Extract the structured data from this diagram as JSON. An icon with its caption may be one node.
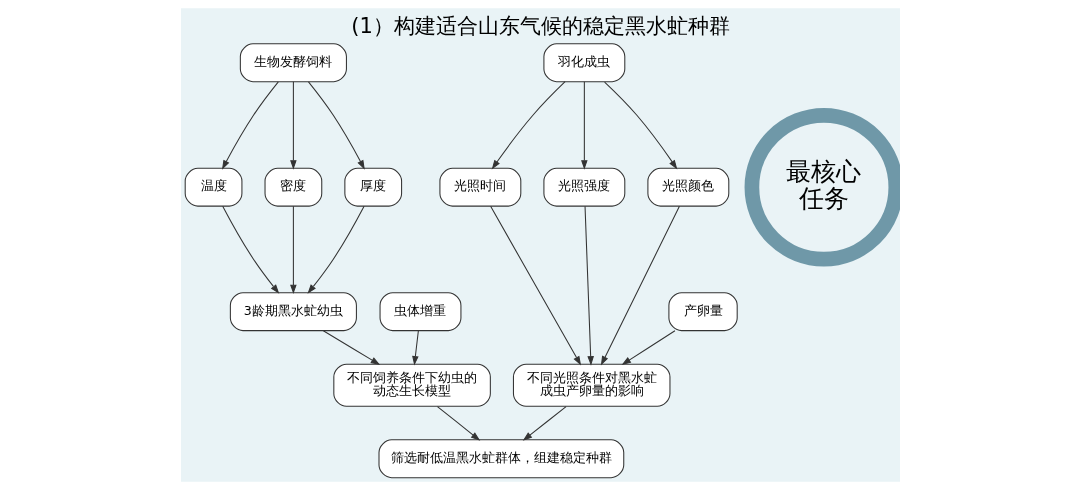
{
  "diagram": {
    "title": "(1）构建适合山东气候的稳定黑水虻种群",
    "nodes": [
      {
        "text": [
          "生物发酵饲料"
        ]
      },
      {
        "text": [
          "温度"
        ]
      },
      {
        "text": [
          "密度"
        ]
      },
      {
        "text": [
          "厚度"
        ]
      },
      {
        "text": [
          "3龄期黑水虻幼虫"
        ]
      },
      {
        "text": [
          "虫体增重"
        ]
      },
      {
        "text": [
          "不同饲养条件下幼虫的动态生长模型"
        ]
      },
      {
        "text": [
          "羽化成虫"
        ]
      },
      {
        "text": [
          "光照时间"
        ]
      },
      {
        "text": [
          "光照强度"
        ]
      },
      {
        "text": [
          "光照颜色"
        ]
      },
      {
        "text": [
          "产卵量"
        ]
      },
      {
        "text": [
          "不同光照条件对黑水虻成虫产卵量的影响"
        ]
      },
      {
        "text": [
          "筛选耐低温黑水虻群体，组建稳定种群"
        ]
      },
      {
        "text": [
          "最核心任务"
        ]
      }
    ],
    "edges": [
      {
        "from": 0,
        "to": 1,
        "arrow": "to"
      },
      {
        "from": 0,
        "to": 2,
        "arrow": "to"
      },
      {
        "from": 0,
        "to": 3,
        "arrow": "to"
      },
      {
        "from": 1,
        "to": 4,
        "arrow": "to"
      },
      {
        "from": 2,
        "to": 4,
        "arrow": "to"
      },
      {
        "from": 3,
        "to": 4,
        "arrow": "to"
      },
      {
        "from": 4,
        "to": 6,
        "arrow": "to"
      },
      {
        "from": 5,
        "to": 6,
        "arrow": "to"
      },
      {
        "from": 6,
        "to": 13,
        "arrow": "to"
      },
      {
        "from": 7,
        "to": 8,
        "arrow": "to"
      },
      {
        "from": 7,
        "to": 9,
        "arrow": "to"
      },
      {
        "from": 7,
        "to": 10,
        "arrow": "to"
      },
      {
        "from": 8,
        "to": 12,
        "arrow": "to"
      },
      {
        "from": 9,
        "to": 12,
        "arrow": "to"
      },
      {
        "from": 10,
        "to": 12,
        "arrow": "to"
      },
      {
        "from": 11,
        "to": 12,
        "arrow": "to"
      },
      {
        "from": 12,
        "to": 13,
        "arrow": "to"
      }
    ]
  }
}
